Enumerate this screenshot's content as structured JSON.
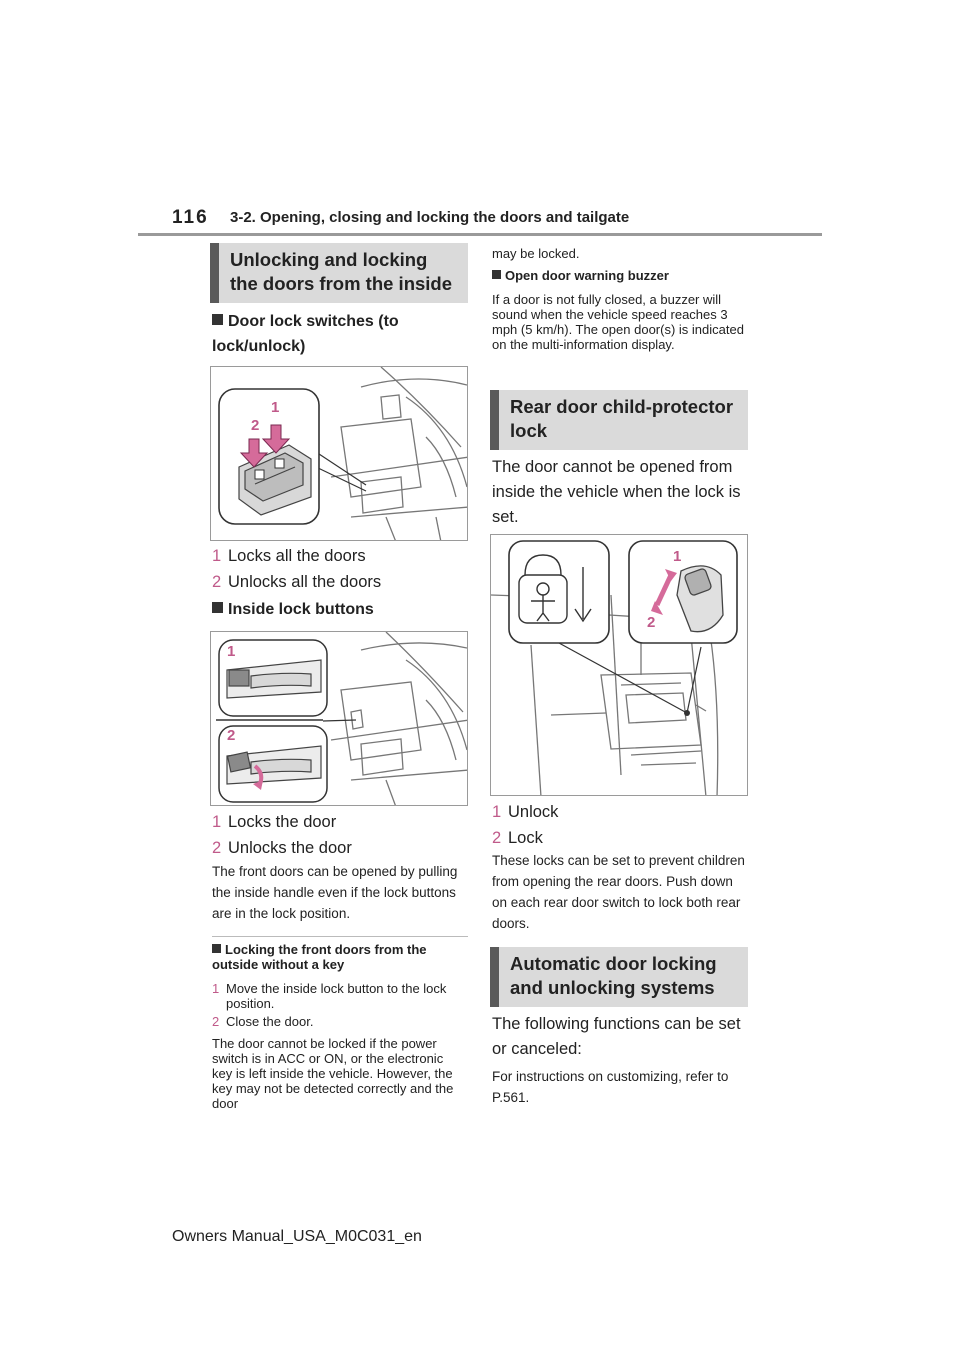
{
  "header": {
    "page_number": "116",
    "chapter": "3-2. Opening, closing and locking the doors and tailgate"
  },
  "left": {
    "section_title": "Unlocking and locking the doors from the inside",
    "switches": {
      "title": "Door lock switches (to lock/unlock)",
      "items": [
        {
          "num": "1",
          "text": "Locks all the doors"
        },
        {
          "num": "2",
          "text": "Unlocks all the doors"
        }
      ]
    },
    "buttons": {
      "title": "Inside lock buttons",
      "items": [
        {
          "num": "1",
          "text": "Locks the door"
        },
        {
          "num": "2",
          "text": "Unlocks the door"
        }
      ],
      "note": "The front doors can be opened by pulling the inside handle even if the lock buttons are in the lock position."
    },
    "outside": {
      "title": "Locking the front doors from the outside without a key",
      "steps": [
        {
          "num": "1",
          "text": "Move the inside lock button to the lock position."
        },
        {
          "num": "2",
          "text": "Close the door."
        }
      ],
      "note": "The door cannot be locked if the power switch is in ACC or ON, or the electronic key is left inside the vehicle. However, the key may not be detected correctly and the door"
    }
  },
  "right": {
    "continued": "may be locked.",
    "buzzer": {
      "title": "Open door warning buzzer",
      "text": "If a door is not fully closed, a buzzer will sound when the vehicle speed reaches 3 mph (5 km/h). The open door(s) is indicated on the multi-information display."
    },
    "child": {
      "section_title": "Rear door child-protector lock",
      "intro": "The door cannot be opened from inside the vehicle when the lock is set.",
      "items": [
        {
          "num": "1",
          "text": "Unlock"
        },
        {
          "num": "2",
          "text": "Lock"
        }
      ],
      "note": "These locks can be set to prevent children from opening the rear doors. Push down on each rear door switch to lock both rear doors."
    },
    "auto": {
      "section_title": "Automatic door locking and unlocking systems",
      "intro": "The following functions can be set or canceled:",
      "note": "For instructions on customizing, refer to P.561."
    }
  },
  "figures": {
    "fig1": {
      "callouts": [
        "1",
        "2"
      ]
    },
    "fig2": {
      "callouts": [
        "1",
        "2"
      ]
    },
    "fig3": {
      "callouts": [
        "1",
        "2"
      ]
    }
  },
  "footer": {
    "text": "Owners Manual_USA_M0C031_en"
  },
  "colors": {
    "accent": "#c05a8a",
    "section_bg": "#dadada",
    "section_bar": "#5a5a5a"
  }
}
